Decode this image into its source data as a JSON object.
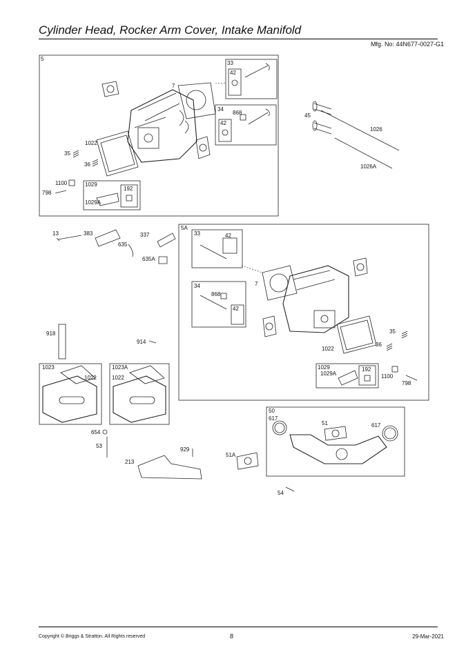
{
  "title": "Cylinder Head, Rocker Arm Cover, Intake Manifold",
  "mfg_no": "Mfg. No: 44N677-0027-G1",
  "footer": {
    "copyright": "Copyright ©  Briggs & Stratton. All Rights reserved",
    "page": "8",
    "date": "29-Mar-2021"
  },
  "labels": {
    "g5": "5",
    "g33": "33",
    "g42a": "42",
    "p7": "7",
    "g34": "34",
    "p868": "868",
    "g42b": "42",
    "p1022": "1022",
    "p35": "35",
    "p36": "36",
    "p1100": "1100",
    "g1029": "1029",
    "p192": "192",
    "p798": "798",
    "p1029A": "1029A",
    "p45": "45",
    "p1026": "1026",
    "p1026A": "1026A",
    "p13": "13",
    "p383": "383",
    "p337": "337",
    "p635": "635",
    "p635A": "635A",
    "g5A": "5A",
    "h33": "33",
    "h42a": "42",
    "h7": "7",
    "h34": "34",
    "h868": "868",
    "h42b": "42",
    "h35": "35",
    "h36": "36",
    "h1022": "1022",
    "h1029": "1029",
    "h1029A": "1029A",
    "h192": "192",
    "h1100": "1100",
    "h798": "798",
    "p918": "918",
    "p914": "914",
    "g1023": "1023",
    "c1022": "1022",
    "g1023A": "1023A",
    "d1022": "1022",
    "p654": "654",
    "p53": "53",
    "p929": "929",
    "p213": "213",
    "p51A": "51A",
    "g50": "50",
    "p617a": "617",
    "p51": "51",
    "p617b": "617",
    "p54": "54"
  }
}
